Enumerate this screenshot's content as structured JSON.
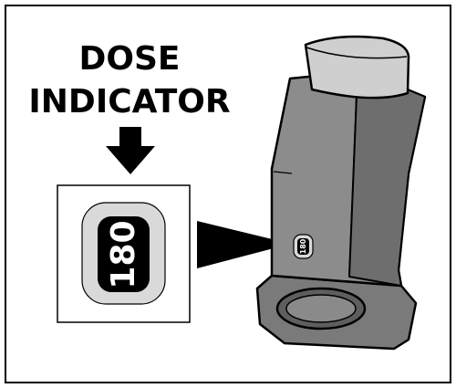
{
  "heading": {
    "line1": "DOSE",
    "line2": "INDICATOR"
  },
  "counter": {
    "reading": "180",
    "device_reading": "180"
  },
  "icons": [
    "down-arrow-icon",
    "pointer-triangle-icon",
    "inhaler-icon"
  ],
  "colors": {
    "outline": "#000000",
    "body_gray": "#8c8c8c",
    "body_dark": "#6e6e6e",
    "cap_light": "#cfcfcf",
    "window_fill": "#d9d9d9",
    "digit_bg": "#000000",
    "digit_text": "#ffffff"
  }
}
